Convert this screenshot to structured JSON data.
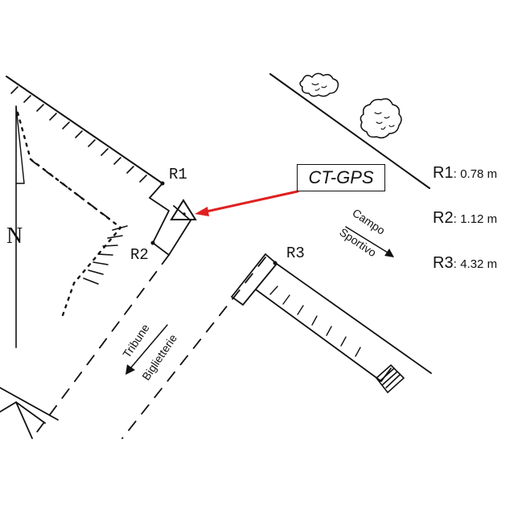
{
  "north_label": "N",
  "points": {
    "r1": "R1",
    "r2": "R2",
    "r3": "R3"
  },
  "instrument_label": "CT-GPS",
  "directions": {
    "campo_line1": "Campo",
    "campo_line2": "Sportivo",
    "tribune_line1": "Tribune",
    "tribune_line2": "Biglietterie"
  },
  "distances": [
    {
      "name": "R1",
      "sep": ":",
      "value": "0.78 m"
    },
    {
      "name": "R2",
      "sep": ":",
      "value": "1.12 m"
    },
    {
      "name": "R3",
      "sep": ":",
      "value": "4.32 m"
    }
  ],
  "colors": {
    "ink": "#111111",
    "pointer": "#e02020"
  }
}
